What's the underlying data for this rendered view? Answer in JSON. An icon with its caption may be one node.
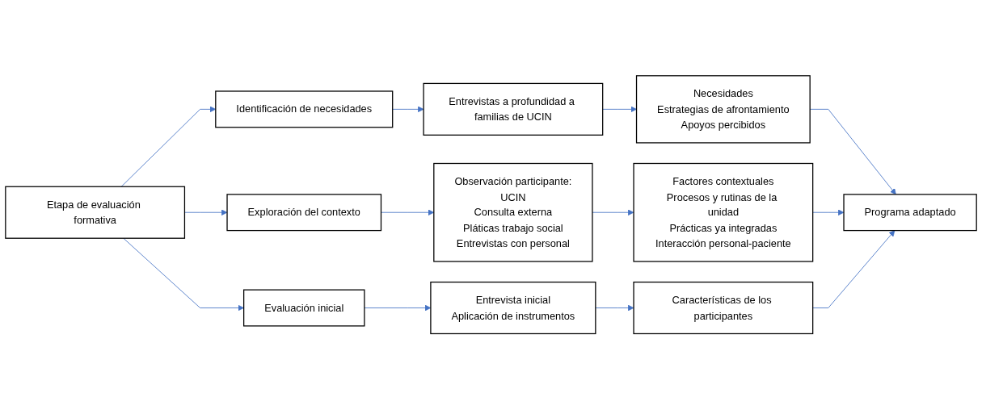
{
  "diagram": {
    "nodes": [
      {
        "text": [
          "Etapa de evaluación formativa"
        ]
      },
      {
        "text": [
          "Identificación de necesidades"
        ]
      },
      {
        "text": [
          "Exploración del contexto"
        ]
      },
      {
        "text": [
          "Evaluación inicial"
        ]
      },
      {
        "text": [
          "Entrevistas a profundidad a familias de UCIN"
        ]
      },
      {
        "text": [
          "Observación participante:",
          "UCIN",
          "Consulta externa",
          "Pláticas trabajo social",
          "Entrevistas con personal"
        ]
      },
      {
        "text": [
          "Entrevista inicial",
          "Aplicación de instrumentos"
        ]
      },
      {
        "text": [
          "Necesidades",
          "Estrategias de afrontamiento",
          "Apoyos percibidos"
        ]
      },
      {
        "text": [
          "Factores contextuales",
          "Procesos y rutinas de la unidad",
          "Prácticas ya integradas",
          "Interacción personal-paciente"
        ]
      },
      {
        "text": [
          "Características de los participantes"
        ]
      },
      {
        "text": [
          "Programa adaptado"
        ]
      }
    ],
    "edges": [
      {
        "from": 0,
        "to": 1,
        "arrow": "to"
      },
      {
        "from": 0,
        "to": 2,
        "arrow": "to"
      },
      {
        "from": 0,
        "to": 3,
        "arrow": "to"
      },
      {
        "from": 1,
        "to": 4,
        "arrow": "to"
      },
      {
        "from": 2,
        "to": 5,
        "arrow": "to"
      },
      {
        "from": 3,
        "to": 6,
        "arrow": "to"
      },
      {
        "from": 4,
        "to": 7,
        "arrow": "to"
      },
      {
        "from": 5,
        "to": 8,
        "arrow": "to"
      },
      {
        "from": 6,
        "to": 9,
        "arrow": "to"
      },
      {
        "from": 7,
        "to": 10,
        "arrow": "to"
      },
      {
        "from": 8,
        "to": 10,
        "arrow": "to"
      },
      {
        "from": 9,
        "to": 10,
        "arrow": "to"
      }
    ]
  }
}
